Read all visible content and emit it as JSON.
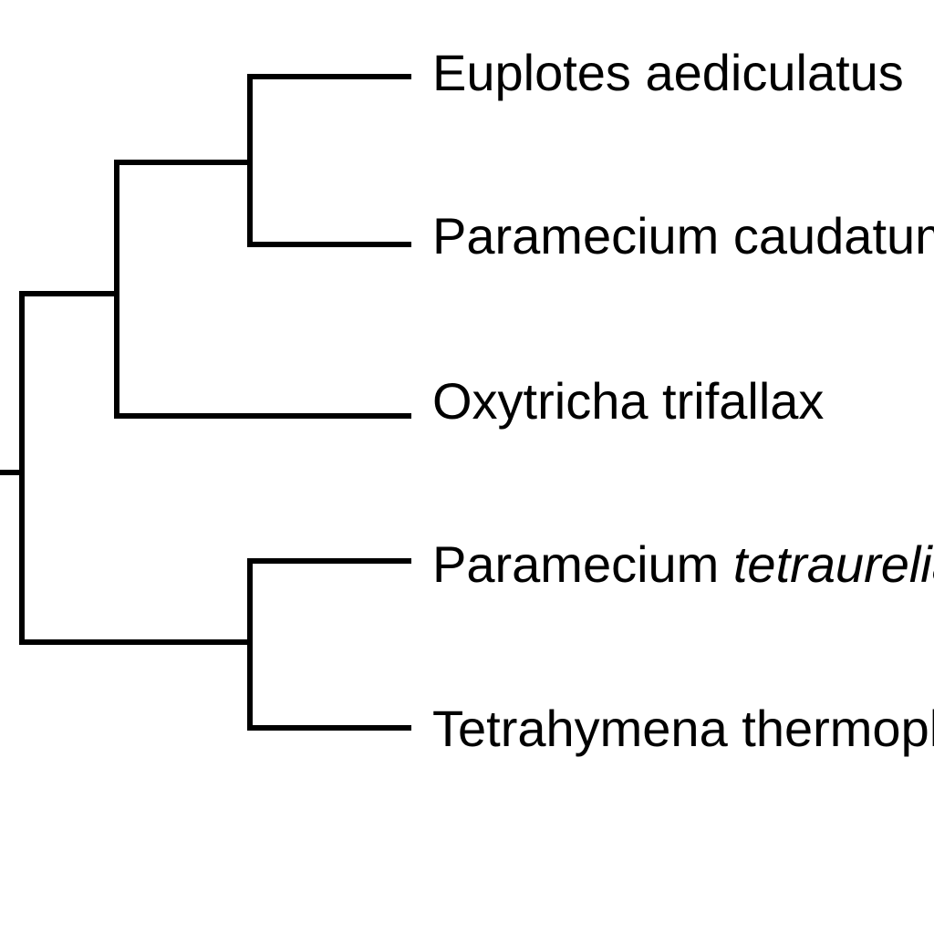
{
  "tree": {
    "leaves": [
      {
        "id": "euplotes",
        "parts": [
          {
            "text": "Euplotes aediculatus",
            "italic": false
          }
        ]
      },
      {
        "id": "p-caudatum",
        "parts": [
          {
            "text": "Paramecium caudatum",
            "italic": false
          }
        ]
      },
      {
        "id": "oxytricha",
        "parts": [
          {
            "text": "Oxytricha trifallax",
            "italic": false
          }
        ]
      },
      {
        "id": "p-tetraurelia",
        "parts": [
          {
            "text": "Paramecium ",
            "italic": false
          },
          {
            "text": "tetraurelia",
            "italic": true
          }
        ]
      },
      {
        "id": "tetrahymena",
        "parts": [
          {
            "text": "Tetrahymena thermophila",
            "italic": false
          }
        ]
      }
    ],
    "colors": {
      "line": "#000000",
      "text": "#000000",
      "background": "#ffffff"
    }
  }
}
